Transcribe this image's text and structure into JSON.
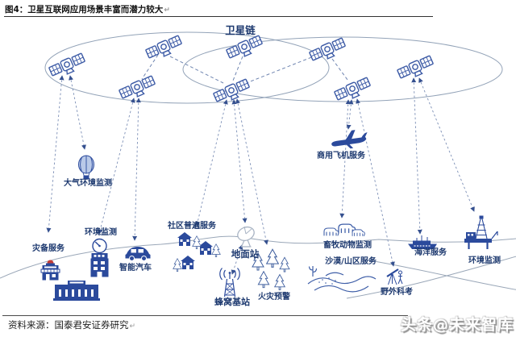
{
  "figure": {
    "title": "图4：卫星互联网应用场景丰富而潜力较大",
    "source": "资料来源：国泰君安证券研究",
    "watermark": "头条@未来智库",
    "paragraph_mark": "↵"
  },
  "diagram": {
    "satellite_chain_label": "卫星链",
    "satellite_count": 8,
    "labels": {
      "atmosphere": "大气环境监测",
      "env_monitor_left": "环境监测",
      "disaster": "灾备服务",
      "smart_car": "智能汽车",
      "community": "社区普遍服务",
      "ground_station": "地面站",
      "cell_base_station": "蜂窝基站",
      "fire_warning": "火灾预警",
      "aircraft": "商用飞机服务",
      "livestock": "畜牧动物监测",
      "desert_mountain": "沙漠/山区服务",
      "field_research": "野外科考",
      "ocean_service": "海洋服务",
      "env_monitor_right": "环境监测"
    },
    "colors": {
      "icon_blue": "#2b4a9c",
      "outline_blue": "#3d5ba6",
      "label_navy": "#1e3a70",
      "link_blue": "#7c8fb6",
      "orbit_gray": "#93a3b8",
      "balloon_fill": "#b9c9e8",
      "siren_red": "#c43c35",
      "dish_gray": "#a9b4c4"
    }
  }
}
